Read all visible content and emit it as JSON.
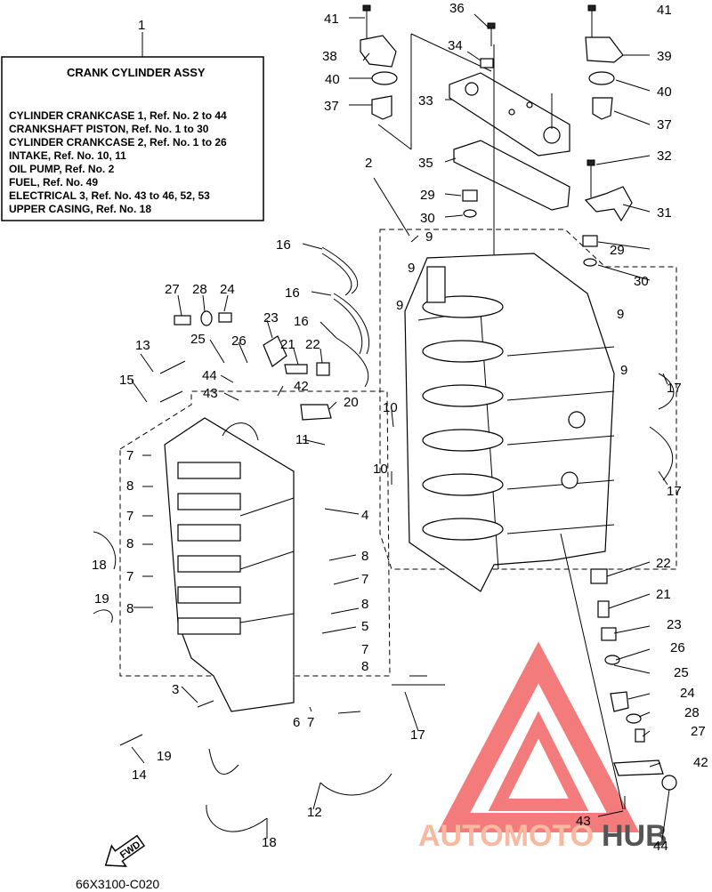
{
  "assembly_box": {
    "callout": "1",
    "title": "CRANK CYLINDER ASSY",
    "lines": [
      "CYLINDER CRANKCASE 1, Ref. No. 2 to 44",
      "CRANKSHAFT PISTON,      Ref. No. 1 to 30",
      "CYLINDER CRANKCASE 2, Ref. No. 1 to 26",
      "INTAKE,        Ref. No. 10, 11",
      "OIL PUMP, Ref. No. 2",
      "FUEL,           Ref. No. 49",
      "ELECTRICAL 3, Ref. No. 43 to 46, 52, 53",
      "UPPER CASING, Ref. No. 18"
    ]
  },
  "callouts": [
    "41",
    "36",
    "41",
    "34",
    "38",
    "39",
    "40",
    "33",
    "40",
    "37",
    "37",
    "35",
    "2",
    "32",
    "29",
    "30",
    "31",
    "9",
    "16",
    "29",
    "9",
    "30",
    "16",
    "27",
    "28",
    "24",
    "9",
    "23",
    "16",
    "25",
    "26",
    "21",
    "22",
    "13",
    "44",
    "42",
    "9",
    "15",
    "43",
    "20",
    "17",
    "10",
    "9",
    "11",
    "7",
    "17",
    "10",
    "8",
    "4",
    "7",
    "8",
    "18",
    "8",
    "7",
    "22",
    "7",
    "21",
    "19",
    "8",
    "8",
    "5",
    "23",
    "26",
    "7",
    "8",
    "25",
    "3",
    "24",
    "6",
    "7",
    "28",
    "17",
    "27",
    "14",
    "19",
    "42",
    "12",
    "43",
    "18",
    "44"
  ],
  "fwd_label": "FWD",
  "drawing_code": "66X3100-C020",
  "watermark": {
    "brand_left": "AUTOMOTO",
    "brand_right": "HUB",
    "color_accent": "#f05a5a",
    "color_light": "#f8b9a0",
    "color_dark": "#555555"
  }
}
